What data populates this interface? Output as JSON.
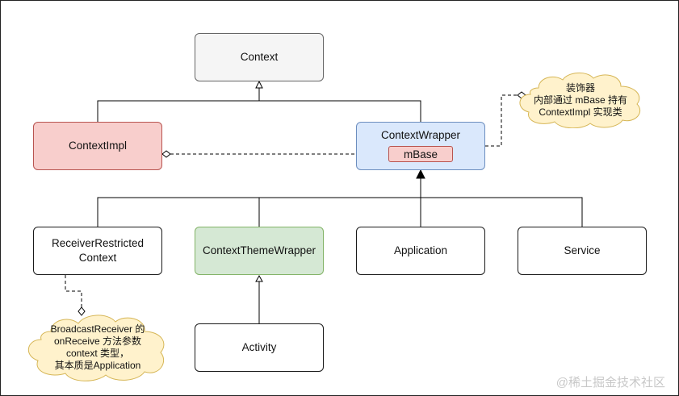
{
  "nodes": {
    "context": "Context",
    "context_impl": "ContextImpl",
    "context_wrapper": "ContextWrapper",
    "mbase": "mBase",
    "receiver_restricted": "ReceiverRestricted\nContext",
    "context_theme_wrapper": "ContextThemeWrapper",
    "application": "Application",
    "service": "Service",
    "activity": "Activity"
  },
  "notes": {
    "decorator": "装饰器\n内部通过 mBase 持有\nContextImpl 实现类",
    "broadcast": "BroadcastReceiver 的\nonReceive 方法参数\ncontext 类型，\n其本质是Application"
  },
  "colors": {
    "gray_fill": "#f5f5f5",
    "red_fill": "#f8cecc",
    "blue_fill": "#dae8fc",
    "green_fill": "#d5e8d4",
    "note_fill": "#fff2cc",
    "note_stroke": "#d6b656"
  },
  "watermark": "@稀土掘金技术社区"
}
